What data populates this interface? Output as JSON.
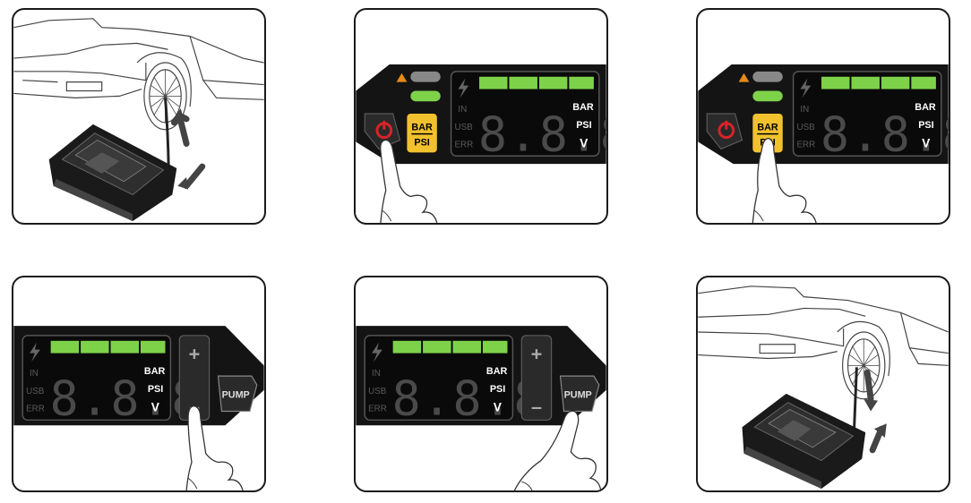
{
  "display": {
    "bar_label": "BAR",
    "psi_label": "PSI",
    "v_label": "V",
    "in_label": "IN",
    "usb_label": "USB",
    "err_label": "ERR",
    "digits": "8.8.8",
    "bar_btn_top": "BAR",
    "bar_btn_bottom": "PSI",
    "plus_label": "+",
    "minus_label": "–",
    "pump_label": "PUMP"
  },
  "colors": {
    "panel_bg": "#141414",
    "bar_green": "#7ed24a",
    "power_red": "#d8232a",
    "unit_yellow": "#f2c12e",
    "indicator_orange": "#e88a1a",
    "dim_text": "#5a5a5a"
  },
  "steps": [
    {
      "id": "connect-hose",
      "icon": "car-wheel-inflator-icon"
    },
    {
      "id": "press-power",
      "icon": "power-icon"
    },
    {
      "id": "press-unit",
      "icon": "bar-psi-button-icon"
    },
    {
      "id": "adjust-pressure",
      "icon": "plus-minus-icon"
    },
    {
      "id": "press-pump",
      "icon": "pump-button-icon"
    },
    {
      "id": "disconnect-hose",
      "icon": "car-wheel-inflator-icon"
    }
  ]
}
